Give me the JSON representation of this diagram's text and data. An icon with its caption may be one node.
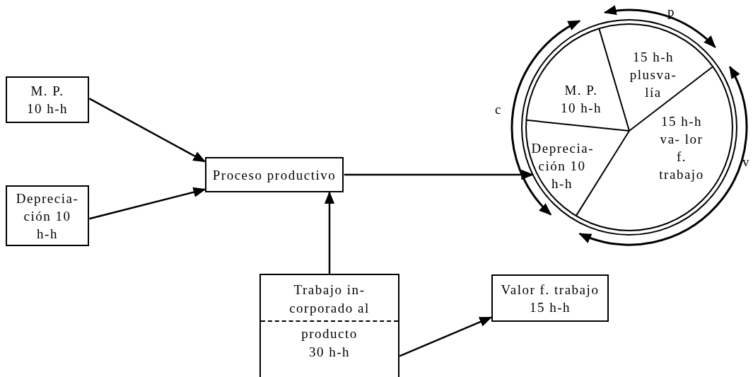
{
  "diagram": {
    "nodes": [
      {
        "text": [
          "M. P. 10 h-h"
        ]
      },
      {
        "text": [
          "Deprecia- ción 10 h-h"
        ]
      },
      {
        "text": [
          "Proceso productivo"
        ]
      },
      {
        "text": [
          "Trabajo in- corporado al",
          "producto 30 h-h"
        ]
      },
      {
        "text": [
          "Valor f. trabajo 15 h-h"
        ]
      },
      {
        "text": [],
        "shape": "circle"
      },
      {
        "text": [
          "M. P. 10 h-h"
        ],
        "in": 5
      },
      {
        "text": [
          "15 h-h plusva- lía"
        ],
        "in": 5
      },
      {
        "text": [
          "15 h-h va- lor f. trabajo"
        ],
        "in": 5
      },
      {
        "text": [
          "Deprecia- ción 10 h-h"
        ],
        "in": 5
      }
    ],
    "edges": [
      {
        "from": 0,
        "to": 2,
        "arrow": "to"
      },
      {
        "from": 1,
        "to": 2,
        "arrow": "to"
      },
      {
        "from": 2,
        "to": 5,
        "arrow": "to"
      },
      {
        "from": 3,
        "to": 2,
        "arrow": "to"
      },
      {
        "from": 3,
        "to": 4,
        "arrow": "to"
      }
    ],
    "labels": [
      "p",
      "c",
      "v"
    ]
  }
}
